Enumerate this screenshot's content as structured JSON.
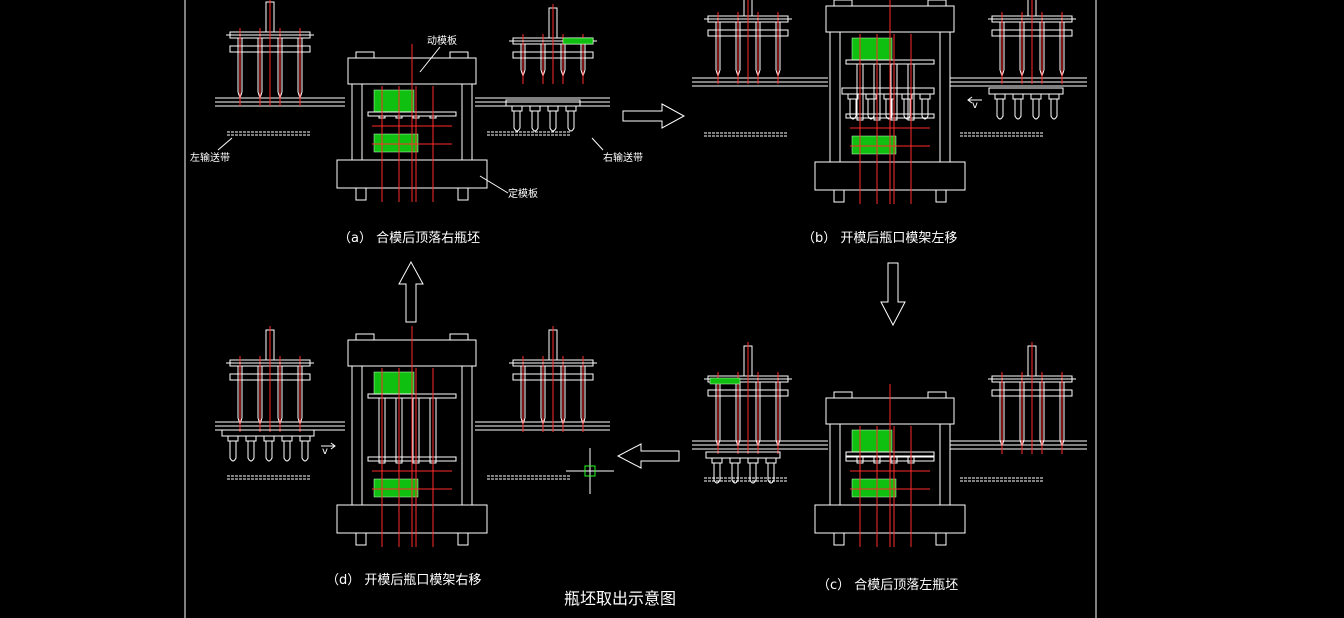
{
  "drawing": {
    "title": "瓶坯取出示意图",
    "colors": {
      "background": "#000000",
      "lines": "#ffffff",
      "centerlines": "#ff2a2a",
      "hatch": "#10c010"
    }
  },
  "panels": [
    {
      "id": "a",
      "caption": "（a） 合模后顶落右瓶坯",
      "labels": {
        "moving_plate": "动模板",
        "fixed_plate": "定模板",
        "left_conveyor": "左输送带",
        "right_conveyor": "右输送带"
      }
    },
    {
      "id": "b",
      "caption": "（b） 开模后瓶口模架左移",
      "velocity": "v"
    },
    {
      "id": "c",
      "caption": "（c） 合模后顶落左瓶坯"
    },
    {
      "id": "d",
      "caption": "（d） 开模后瓶口模架右移",
      "velocity": "v"
    }
  ],
  "flow_arrows": [
    {
      "from": "a",
      "to": "b",
      "direction": "right"
    },
    {
      "from": "b",
      "to": "c",
      "direction": "down"
    },
    {
      "from": "c",
      "to": "d",
      "direction": "left"
    },
    {
      "from": "d",
      "to": "a",
      "direction": "up"
    }
  ]
}
